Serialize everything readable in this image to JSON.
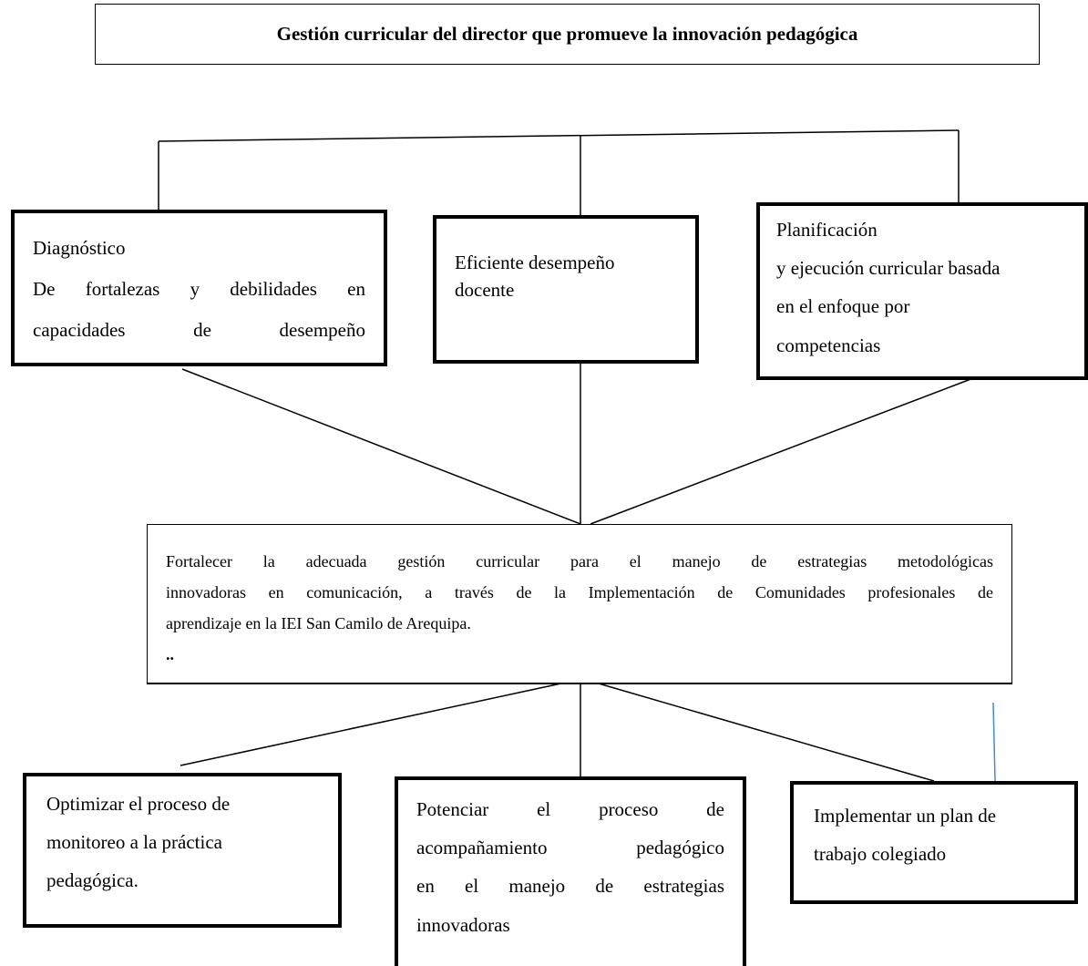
{
  "title": "Gestión curricular del director  que  promueve la innovación pedagógica",
  "top_boxes": [
    {
      "heading": "Diagnóstico",
      "lines": [
        "De fortalezas y debilidades en",
        "capacidades de desempeño"
      ]
    },
    {
      "lines": [
        "Eficiente desempeño",
        "docente"
      ]
    },
    {
      "lines": [
        "Planificación",
        "y ejecución curricular basada",
        "en el enfoque por",
        "competencias"
      ]
    }
  ],
  "center_box": {
    "lines": [
      "Fortalecer la adecuada gestión curricular para el manejo de estrategias metodológicas",
      "innovadoras en comunicación, a través de la Implementación de Comunidades profesionales de",
      "aprendizaje en la IEI San Camilo de Arequipa.",
      ".."
    ]
  },
  "bottom_boxes": [
    {
      "lines": [
        "Optimizar el proceso de",
        "monitoreo a la práctica",
        "pedagógica."
      ]
    },
    {
      "lines": [
        "Potenciar el proceso de",
        "acompañamiento pedagógico",
        "en el manejo  de estrategias",
        "innovadoras"
      ]
    },
    {
      "lines": [
        "Implementar un plan de",
        "trabajo colegiado"
      ]
    }
  ],
  "colors": {
    "lines": "#000000",
    "accent_mark": "#3a8fd6"
  }
}
